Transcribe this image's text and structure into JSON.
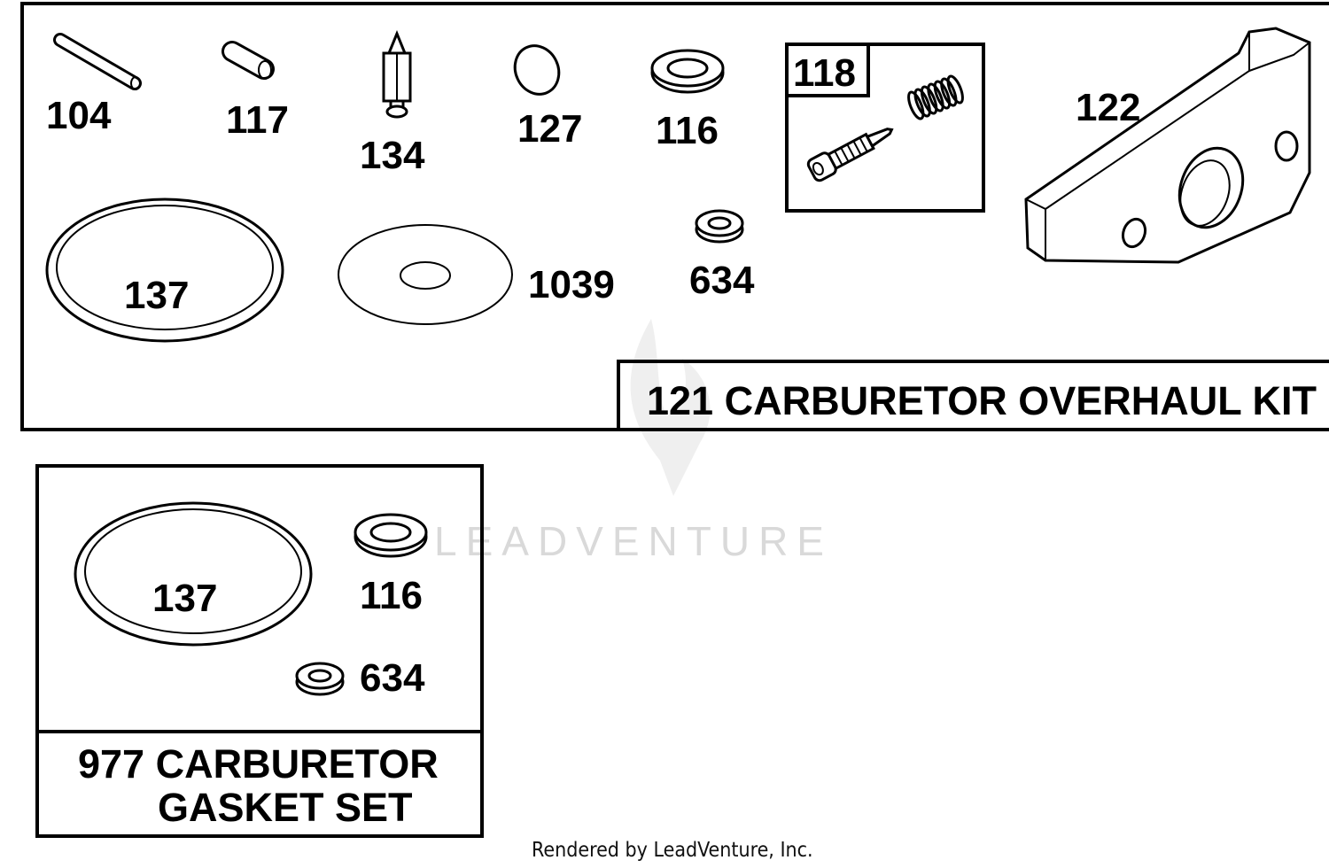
{
  "overhaul_kit": {
    "title": "121 CARBURETOR OVERHAUL KIT",
    "parts": {
      "p104": "104",
      "p117": "117",
      "p134": "134",
      "p127": "127",
      "p116": "116",
      "p118": "118",
      "p122": "122",
      "p137": "137",
      "p1039": "1039",
      "p634": "634"
    }
  },
  "gasket_set": {
    "title_line1": "977 CARBURETOR",
    "title_line2": "GASKET SET",
    "parts": {
      "p137": "137",
      "p116": "116",
      "p634": "634"
    }
  },
  "watermark": "LEADVENTURE",
  "footer": "Rendered by LeadVenture, Inc."
}
